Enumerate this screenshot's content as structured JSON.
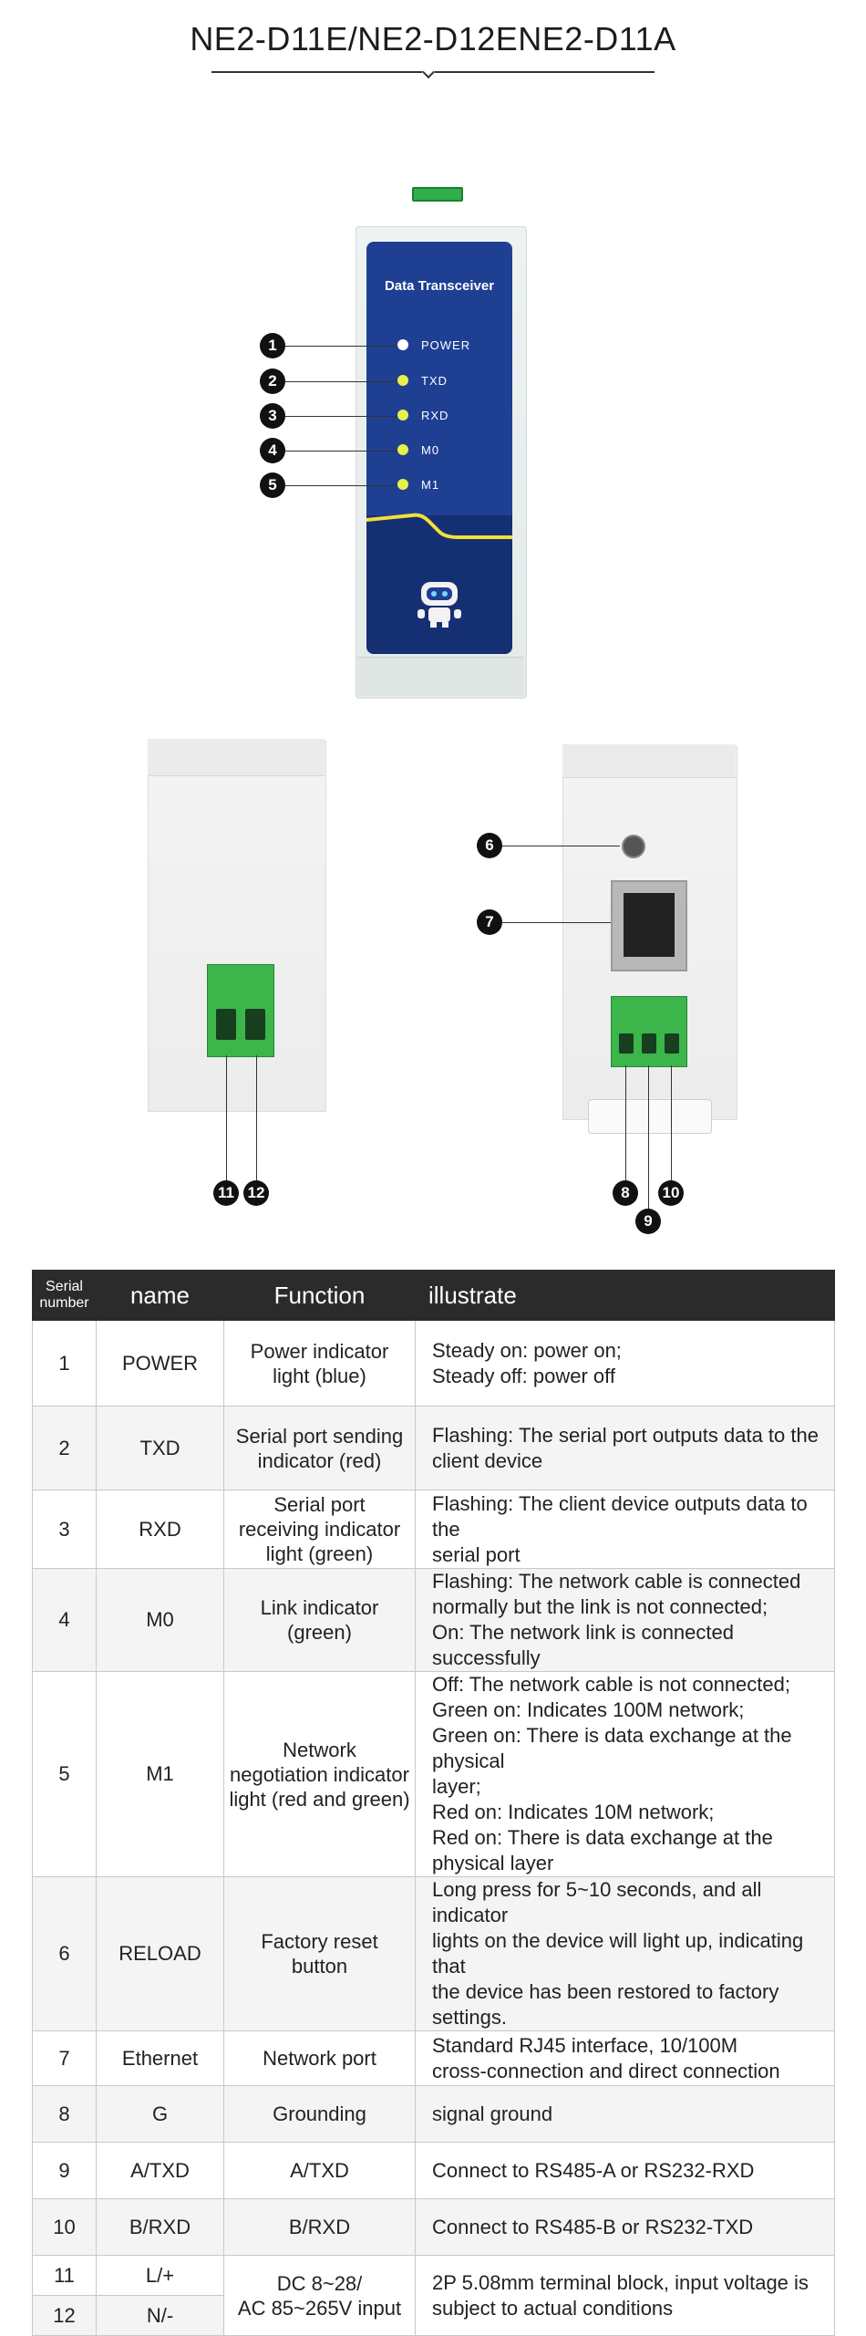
{
  "title": "NE2-D11E/NE2-D12ENE2-D11A",
  "front_panel": {
    "label": "Data Transceiver",
    "leds": [
      {
        "num": "1",
        "label": "POWER",
        "color": "#ffffff"
      },
      {
        "num": "2",
        "label": "TXD",
        "color": "#e8f04a"
      },
      {
        "num": "3",
        "label": "RXD",
        "color": "#e8f04a"
      },
      {
        "num": "4",
        "label": "M0",
        "color": "#e8f04a"
      },
      {
        "num": "5",
        "label": "M1",
        "color": "#e8f04a"
      }
    ]
  },
  "callouts": {
    "n6": "6",
    "n7": "7",
    "n8": "8",
    "n9": "9",
    "n10": "10",
    "n11": "11",
    "n12": "12"
  },
  "colors": {
    "panel_blue": "#1f3f93",
    "terminal_green": "#3cb54a",
    "header_dark": "#2b2b2b",
    "accent_yellow": "#f2e03a"
  },
  "table": {
    "headers": {
      "serial": "Serial\nnumber",
      "name": "name",
      "function": "Function",
      "illustrate": "illustrate"
    },
    "rows": [
      {
        "num": "1",
        "name": "POWER",
        "function": "Power indicator\nlight (blue)",
        "illustrate": "Steady on: power on;\nSteady off: power off"
      },
      {
        "num": "2",
        "name": "TXD",
        "function": "Serial port sending\nindicator (red)",
        "illustrate": "Flashing: The serial port outputs data to the\nclient device"
      },
      {
        "num": "3",
        "name": "RXD",
        "function": "Serial port\nreceiving indicator\nlight (green)",
        "illustrate": "Flashing: The client device outputs data to the\nserial port"
      },
      {
        "num": "4",
        "name": "M0",
        "function": "Link indicator\n(green)",
        "illustrate": "Flashing: The network cable is connected\nnormally but the link is not connected;\nOn: The network link is connected successfully"
      },
      {
        "num": "5",
        "name": "M1",
        "function": "Network\nnegotiation indicator\nlight (red and green)",
        "illustrate": "Off: The network cable is not connected;\nGreen on: Indicates 100M network;\nGreen on: There is data exchange at the physical\nlayer;\nRed on: Indicates 10M network;\nRed on: There is data exchange at the physical layer"
      },
      {
        "num": "6",
        "name": "RELOAD",
        "function": "Factory reset\nbutton",
        "illustrate": "Long press for 5~10 seconds, and all indicator\nlights on the device will light up, indicating that\nthe device has been restored to factory settings."
      },
      {
        "num": "7",
        "name": "Ethernet",
        "function": "Network port",
        "illustrate": "Standard RJ45 interface, 10/100M\ncross-connection and direct connection"
      },
      {
        "num": "8",
        "name": "G",
        "function": "Grounding",
        "illustrate": "signal ground"
      },
      {
        "num": "9",
        "name": "A/TXD",
        "function": "A/TXD",
        "illustrate": "Connect to RS485-A or RS232-RXD"
      },
      {
        "num": "10",
        "name": "B/RXD",
        "function": "B/RXD",
        "illustrate": "Connect to RS485-B or RS232-TXD"
      }
    ],
    "last": {
      "num_a": "11",
      "name_a": "L/+",
      "num_b": "12",
      "name_b": "N/-",
      "function": "DC 8~28/\nAC 85~265V input",
      "illustrate": "2P 5.08mm terminal block, input voltage is\nsubject to actual conditions"
    }
  }
}
